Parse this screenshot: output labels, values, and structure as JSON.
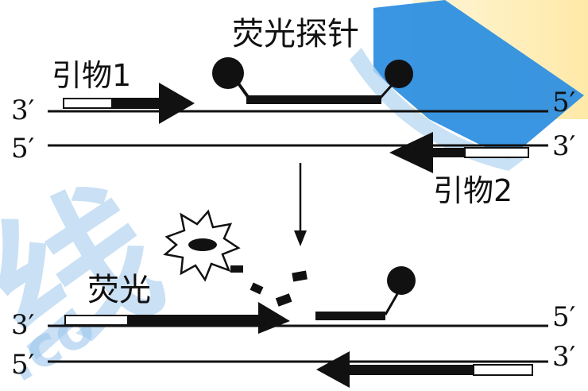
{
  "labels": {
    "probe": "荧光探针",
    "primer1": "引物1",
    "primer2": "引物2",
    "fluorescence": "荧光",
    "end_3": "3′",
    "end_5": "5′"
  },
  "watermark": {
    "text_left": "线",
    "text_url": ".co",
    "color_blue": "#2f8fe0",
    "color_light": "#bcd9f2",
    "color_yellow": "#fff3c4"
  }
}
